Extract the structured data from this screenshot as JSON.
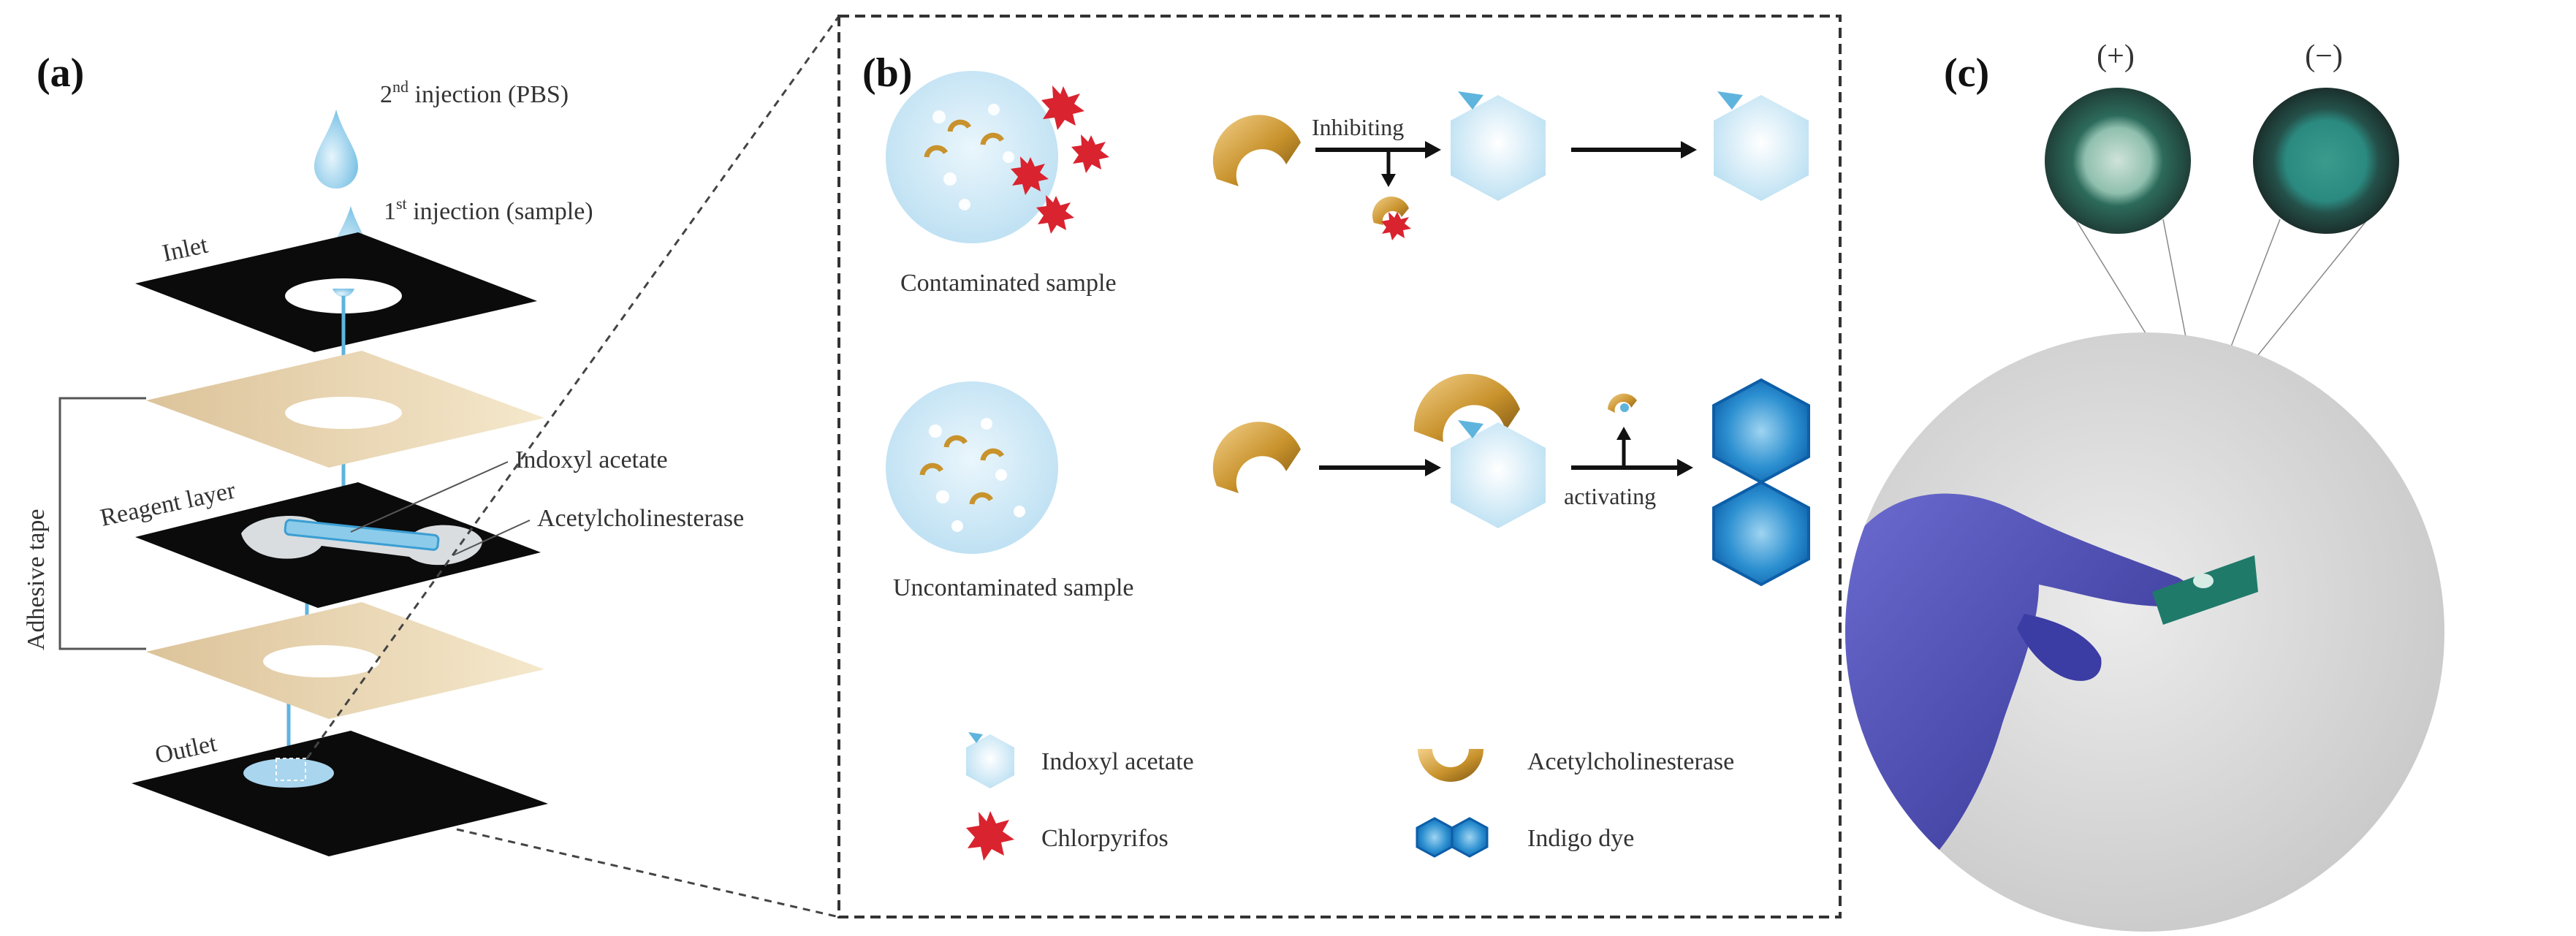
{
  "panel_a": {
    "letter": "(a)",
    "injection2_prefix": "2",
    "injection2_sup": "nd",
    "injection2_text": " injection (PBS)",
    "injection1_prefix": "1",
    "injection1_sup": "st",
    "injection1_text": " injection (sample)",
    "inlet": "Inlet",
    "reagent_layer": "Reagent layer",
    "adhesive_tape": "Adhesive tape",
    "outlet": "Outlet",
    "indoxyl_acetate": "Indoxyl acetate",
    "acetylcholinesterase": "Acetylcholinesterase"
  },
  "panel_b": {
    "letter": "(b)",
    "contaminated": "Contaminated sample",
    "uncontaminated": "Uncontaminated sample",
    "inhibiting": "Inhibiting",
    "activating": "activating",
    "legend": {
      "indoxyl": "Indoxyl acetate",
      "ache": "Acetylcholinesterase",
      "chlorpyrifos": "Chlorpyrifos",
      "indigo": "Indigo dye"
    }
  },
  "panel_c": {
    "letter": "(c)",
    "plus": "(+)",
    "minus": "(−)"
  },
  "colors": {
    "layer_black": "#0b0b0b",
    "tape_tan": "#e9d5ad",
    "drop_blue": "#9ed3ec",
    "channel_blue": "#5fb4dd",
    "enzyme_gold": "#c8922c",
    "chlorpyrifos_red": "#d9232f",
    "indigo_blue": "#1f86c9",
    "glove_purple": "#4747b3",
    "green_disk": "#2f8f7a"
  }
}
